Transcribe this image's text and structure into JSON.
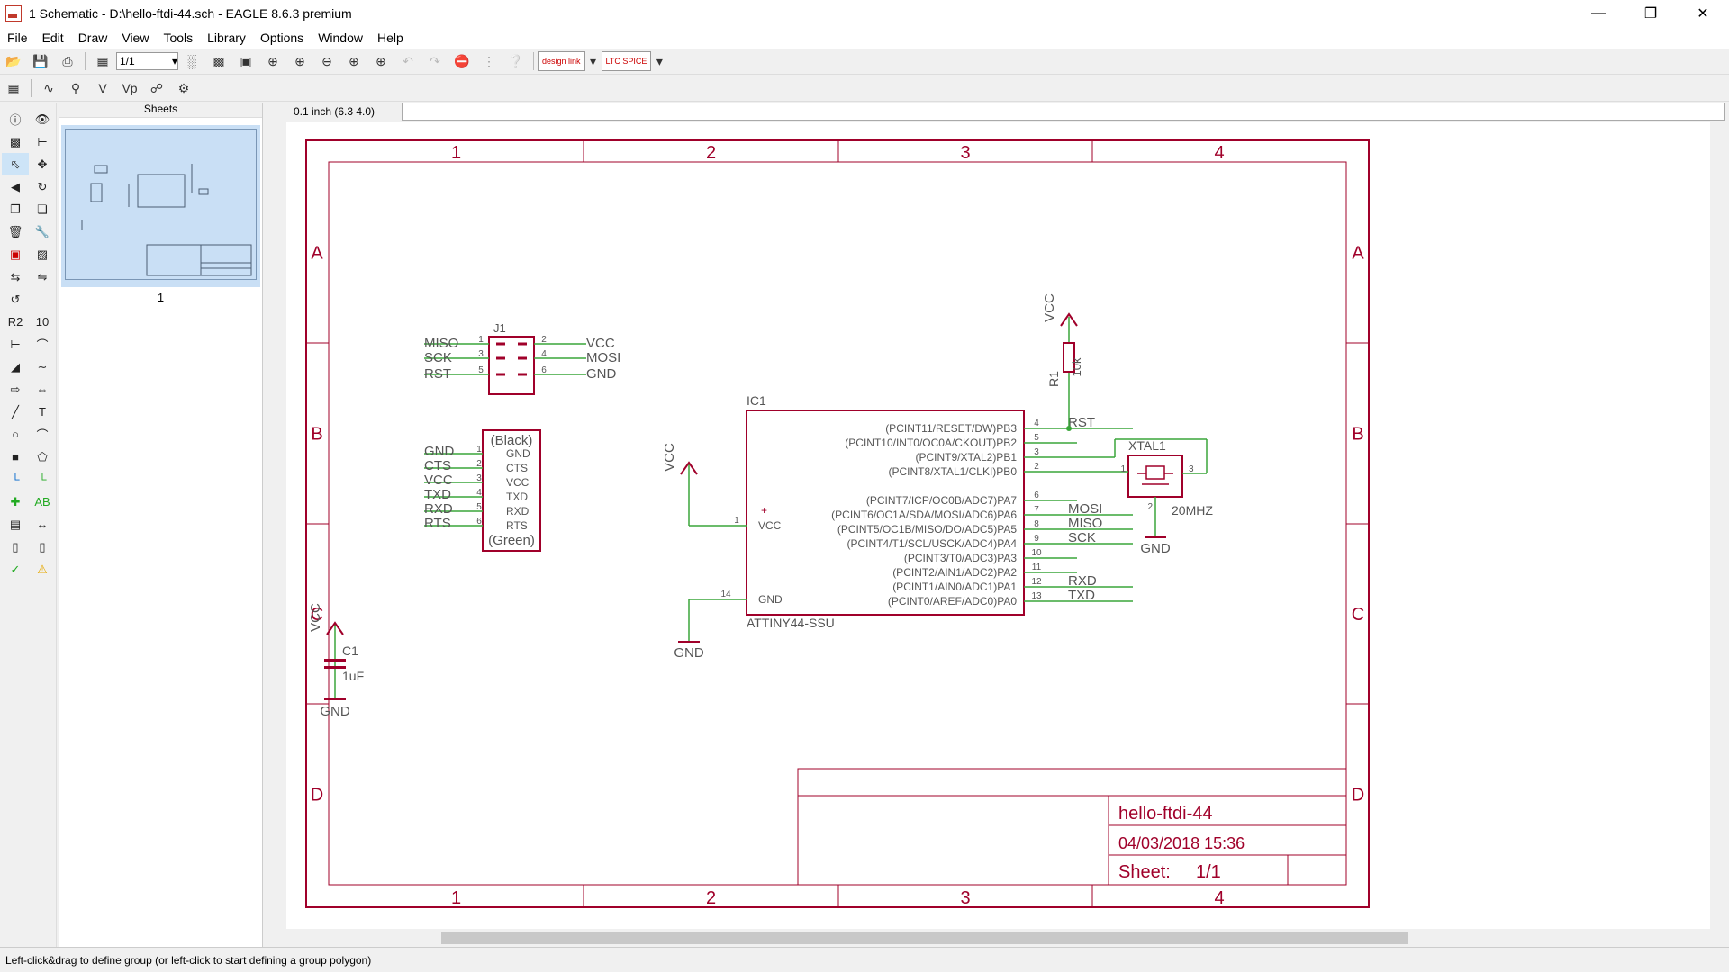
{
  "window": {
    "title": "1 Schematic - D:\\hello-ftdi-44.sch - EAGLE 8.6.3 premium"
  },
  "menu": [
    "File",
    "Edit",
    "Draw",
    "View",
    "Tools",
    "Library",
    "Options",
    "Window",
    "Help"
  ],
  "toolbar": {
    "sheet_select": "1/1"
  },
  "sheets_panel": {
    "title": "Sheets",
    "sheet_number": "1"
  },
  "coord": {
    "readout": "0.1 inch (6.3 4.0)"
  },
  "status": {
    "text": "Left-click&drag to define group (or left-click to start defining a group polygon)"
  },
  "frame": {
    "columns": [
      "1",
      "2",
      "3",
      "4"
    ],
    "rows": [
      "A",
      "B",
      "C",
      "D"
    ]
  },
  "titleblock": {
    "name": "hello-ftdi-44",
    "date": "04/03/2018 15:36",
    "sheet_label": "Sheet:",
    "sheet_value": "1/1"
  },
  "j1": {
    "ref": "J1",
    "left_pins": [
      {
        "num": "1",
        "net": "MISO"
      },
      {
        "num": "3",
        "net": "SCK"
      },
      {
        "num": "5",
        "net": "RST"
      }
    ],
    "right_pins": [
      {
        "num": "2",
        "net": "VCC"
      },
      {
        "num": "4",
        "net": "MOSI"
      },
      {
        "num": "6",
        "net": "GND"
      }
    ]
  },
  "ftdi": {
    "top_label": "(Black)",
    "bottom_label": "(Green)",
    "pins": [
      {
        "num": "1",
        "name": "GND",
        "net": "GND"
      },
      {
        "num": "2",
        "name": "CTS",
        "net": "CTS"
      },
      {
        "num": "3",
        "name": "VCC",
        "net": "VCC"
      },
      {
        "num": "4",
        "name": "TXD",
        "net": "TXD"
      },
      {
        "num": "5",
        "name": "RXD",
        "net": "RXD"
      },
      {
        "num": "6",
        "name": "RTS",
        "net": "RTS"
      }
    ]
  },
  "ic1": {
    "ref": "IC1",
    "value": "ATTINY44-SSU",
    "vcc_pin": {
      "num": "1",
      "name": "VCC"
    },
    "gnd_pin": {
      "num": "14",
      "name": "GND"
    },
    "pins": [
      {
        "num": "4",
        "name": "(PCINT11/RESET/DW)PB3",
        "net": "RST"
      },
      {
        "num": "5",
        "name": "(PCINT10/INT0/OC0A/CKOUT)PB2",
        "net": ""
      },
      {
        "num": "3",
        "name": "(PCINT9/XTAL2)PB1",
        "net": ""
      },
      {
        "num": "2",
        "name": "(PCINT8/XTAL1/CLKI)PB0",
        "net": ""
      },
      {
        "num": "6",
        "name": "(PCINT7/ICP/OC0B/ADC7)PA7",
        "net": ""
      },
      {
        "num": "7",
        "name": "(PCINT6/OC1A/SDA/MOSI/ADC6)PA6",
        "net": "MOSI"
      },
      {
        "num": "8",
        "name": "(PCINT5/OC1B/MISO/DO/ADC5)PA5",
        "net": "MISO"
      },
      {
        "num": "9",
        "name": "(PCINT4/T1/SCL/USCK/ADC4)PA4",
        "net": "SCK"
      },
      {
        "num": "10",
        "name": "(PCINT3/T0/ADC3)PA3",
        "net": ""
      },
      {
        "num": "11",
        "name": "(PCINT2/AIN1/ADC2)PA2",
        "net": ""
      },
      {
        "num": "12",
        "name": "(PCINT1/AIN0/ADC1)PA1",
        "net": "RXD"
      },
      {
        "num": "13",
        "name": "(PCINT0/AREF/ADC0)PA0",
        "net": "TXD"
      }
    ]
  },
  "r1": {
    "ref": "R1",
    "value": "10k",
    "supply": "VCC"
  },
  "xtal1": {
    "ref": "XTAL1",
    "value": "20MHZ",
    "pin1": "1",
    "pin2": "2",
    "pin3": "3",
    "gnd": "GND"
  },
  "c1": {
    "ref": "C1",
    "value": "1uF",
    "supply": "VCC",
    "gnd": "GND"
  },
  "ic_supply": {
    "vcc": "VCC",
    "gnd": "GND"
  },
  "colors": {
    "frame": "#a0002a",
    "wire": "#3aa63a",
    "part": "#a0002a",
    "label": "#555555",
    "thumb_bg": "#c9dff5"
  }
}
